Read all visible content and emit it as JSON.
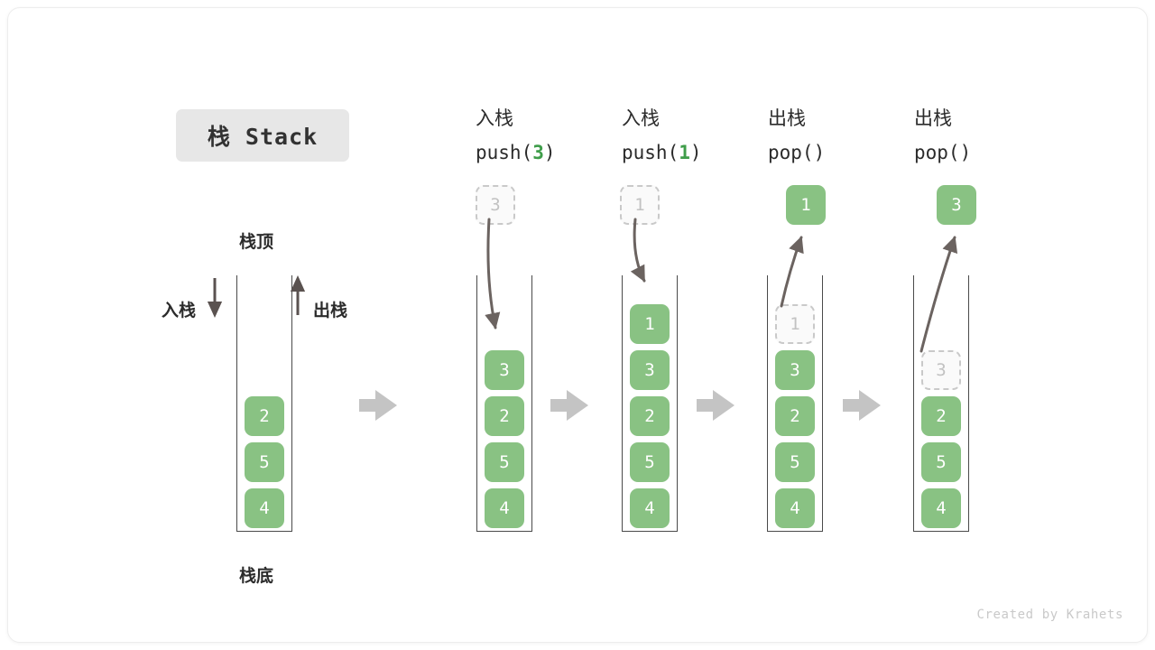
{
  "title_badge": "栈 Stack",
  "credit": "Created by Krahets",
  "colors": {
    "cell_green": "#89c283",
    "arg_green": "#3f9d4a",
    "ghost_border": "#c9c9c9",
    "ghost_text": "#c2c2c2",
    "wall": "#4a4a4a",
    "transition_arrow": "#c4c4c4",
    "badge_bg": "#e7e7e7"
  },
  "legend": {
    "top_label": "栈顶",
    "bottom_label": "栈底",
    "push_label": "入栈",
    "pop_label": "出栈"
  },
  "stages": [
    {
      "id": "initial",
      "head_cn": "",
      "head_code": "",
      "cells_top_to_bottom": [
        "2",
        "5",
        "4"
      ],
      "ghost_in_stack": null,
      "floating_value": null,
      "floating_kind": null
    },
    {
      "id": "push-3",
      "head_cn": "入栈",
      "head_code_prefix": "push(",
      "head_code_arg": "3",
      "head_code_suffix": ")",
      "cells_top_to_bottom": [
        "3",
        "2",
        "5",
        "4"
      ],
      "ghost_in_stack": null,
      "floating_value": "3",
      "floating_kind": "ghost"
    },
    {
      "id": "push-1",
      "head_cn": "入栈",
      "head_code_prefix": "push(",
      "head_code_arg": "1",
      "head_code_suffix": ")",
      "cells_top_to_bottom": [
        "1",
        "3",
        "2",
        "5",
        "4"
      ],
      "ghost_in_stack": null,
      "floating_value": "1",
      "floating_kind": "ghost"
    },
    {
      "id": "pop-1",
      "head_cn": "出栈",
      "head_code_prefix": "pop(",
      "head_code_arg": "",
      "head_code_suffix": ")",
      "cells_top_to_bottom": [
        "3",
        "2",
        "5",
        "4"
      ],
      "ghost_in_stack": "1",
      "floating_value": "1",
      "floating_kind": "solid"
    },
    {
      "id": "pop-3",
      "head_cn": "出栈",
      "head_code_prefix": "pop(",
      "head_code_arg": "",
      "head_code_suffix": ")",
      "cells_top_to_bottom": [
        "2",
        "5",
        "4"
      ],
      "ghost_in_stack": "3",
      "floating_value": "3",
      "floating_kind": "solid"
    }
  ]
}
